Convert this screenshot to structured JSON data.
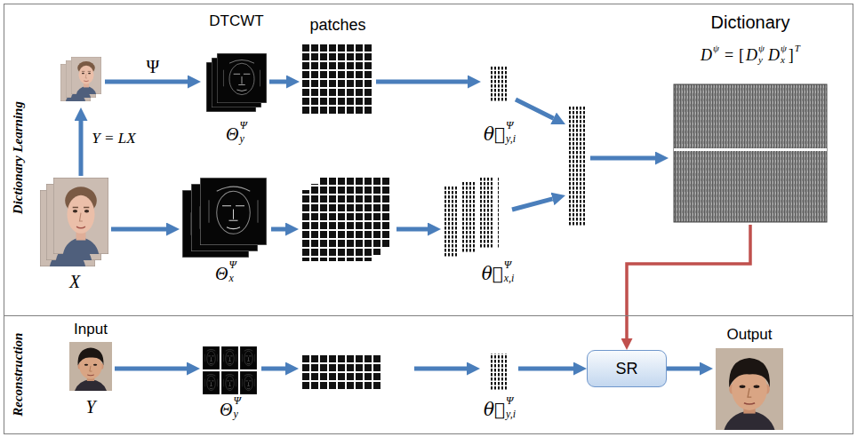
{
  "diagram": {
    "nodes": [
      {
        "text": [
          "Dictionary Learning"
        ]
      },
      {
        "text": [
          "DTCWT",
          "Θ",
          "y",
          "Ψ"
        ],
        "in": 0
      },
      {
        "text": [
          "patches"
        ],
        "in": 0
      },
      {
        "text": [
          "θ⃗",
          "y,i",
          "Ψ"
        ],
        "in": 0
      },
      {
        "text": [
          "Dictionary",
          "D",
          "ψ",
          "=",
          "[",
          "D",
          "y",
          "ψ",
          "D",
          "x",
          "ψ",
          "]",
          "T"
        ],
        "in": 0
      },
      {
        "text": [
          "X"
        ],
        "in": 0
      },
      {
        "text": [
          "Θ",
          "x",
          "Ψ"
        ],
        "in": 0
      },
      {
        "text": [
          "θ⃗",
          "x,i",
          "Ψ"
        ],
        "in": 0
      },
      {
        "text": [
          "Reconstruction"
        ]
      },
      {
        "text": [
          "Input",
          "Y"
        ],
        "in": 8
      },
      {
        "text": [
          "Θ",
          "y",
          "Ψ"
        ],
        "in": 8
      },
      {
        "text": [
          "θ⃗",
          "y,i",
          "Ψ"
        ],
        "in": 8
      },
      {
        "text": [
          "SR"
        ],
        "in": 8
      },
      {
        "text": [
          "Output"
        ],
        "in": 8
      }
    ],
    "edges": [
      {
        "from": 1,
        "to": 2,
        "arrow": "to"
      },
      {
        "from": 2,
        "to": 3,
        "arrow": "to"
      },
      {
        "from": 5,
        "to": 6,
        "arrow": "to"
      },
      {
        "from": 4,
        "to": 12,
        "arrow": "to"
      },
      {
        "from": 9,
        "to": 10,
        "arrow": "to"
      },
      {
        "from": 11,
        "to": 12,
        "arrow": "to"
      },
      {
        "from": 12,
        "to": 13,
        "arrow": "to"
      }
    ],
    "labels": [
      "Ψ",
      "Y = LX"
    ]
  }
}
